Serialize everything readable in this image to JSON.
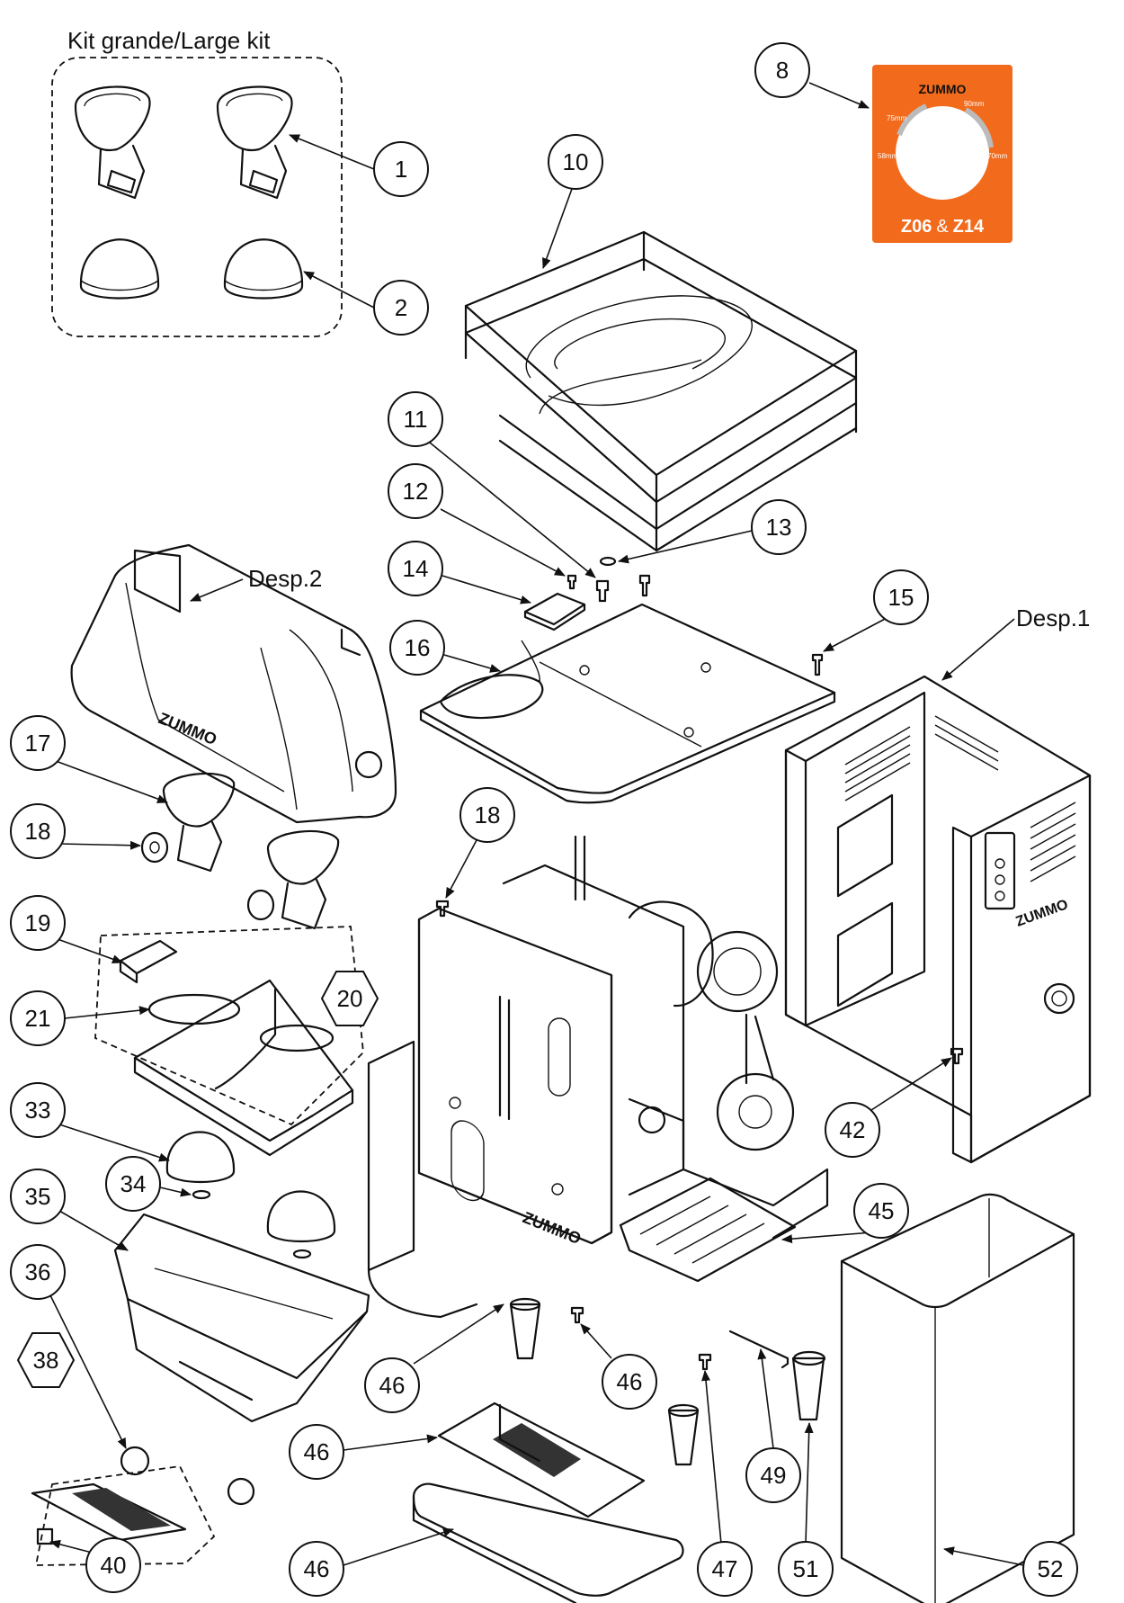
{
  "kit_title": "Kit grande/Large kit",
  "group_labels": {
    "desp1": "Desp.1",
    "desp2": "Desp.2"
  },
  "brand": {
    "logo_text": "ZUMMO",
    "models_prefix": "Z06",
    "models_amp": "&",
    "models_suffix": "Z14",
    "sticker_color": "#f26a1b",
    "sticker_sizes": [
      "75mm",
      "90mm",
      "58mm",
      "70mm"
    ]
  },
  "callouts": [
    "1",
    "2",
    "8",
    "10",
    "11",
    "12",
    "13",
    "14",
    "15",
    "16",
    "17",
    "18",
    "18",
    "19",
    "20",
    "21",
    "33",
    "34",
    "35",
    "36",
    "38",
    "40",
    "42",
    "45",
    "46",
    "46",
    "46",
    "46",
    "47",
    "49",
    "51",
    "52"
  ]
}
